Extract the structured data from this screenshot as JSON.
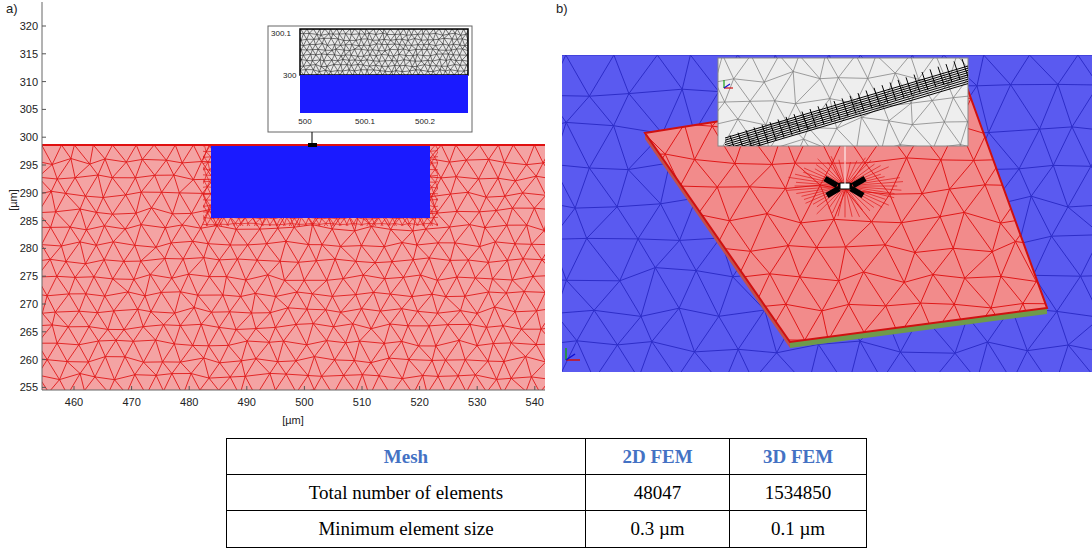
{
  "diagram": {
    "labels": [
      "a)",
      "b)",
      "320",
      "315",
      "310",
      "305",
      "300",
      "295",
      "290",
      "285",
      "280",
      "275",
      "270",
      "265",
      "260",
      "255",
      "[µm]",
      "460",
      "470",
      "480",
      "490",
      "500",
      "510",
      "520",
      "530",
      "540",
      "[µm]",
      "300.1",
      "300",
      "500",
      "500.1",
      "500.2",
      "Mesh",
      "2D FEM",
      "3D FEM",
      "Total number of elements",
      "48047",
      "1534850",
      "Minimum element size",
      "0.3 µm",
      "0.1 µm"
    ]
  }
}
